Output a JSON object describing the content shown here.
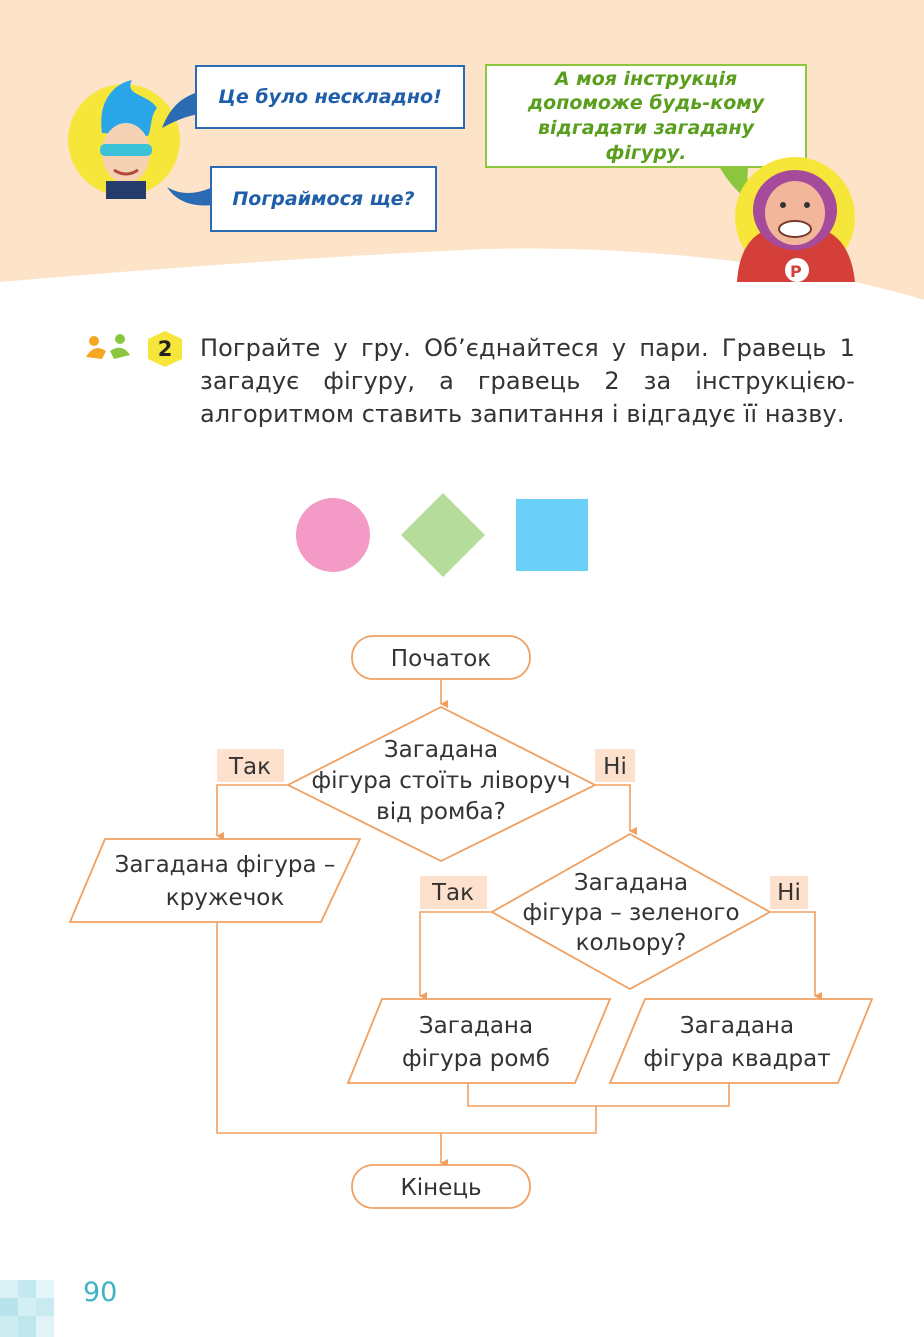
{
  "bubbles": {
    "robot_bubble_1": "Це було нескладно!",
    "robot_bubble_2": "Пограймося ще?",
    "character_bubble": "А моя інструкція допоможе будь-кому відгадати загадану фігуру."
  },
  "task": {
    "number": "2",
    "text": "Пограйте у гру. Об’єднайтеся у пари. Гравець 1 загадує фігуру, а гравець 2 за інструкцією-алгоритмом ставить запитання і відгадує її назву."
  },
  "shapes": {
    "circle_color": "#f39ac7",
    "rhombus_color": "#b5dc9a",
    "square_color": "#6ad0f7"
  },
  "flowchart": {
    "start": "Початок",
    "decision1": [
      "Загадана",
      "фігура стоїть ліворуч",
      "від ромба?"
    ],
    "decision1_yes": "Так",
    "decision1_no": "Ні",
    "output_circle": [
      "Загадана фігура –",
      "кружечок"
    ],
    "decision2": [
      "Загадана",
      "фігура – зеленого",
      "кольору?"
    ],
    "decision2_yes": "Так",
    "decision2_no": "Ні",
    "output_rhombus": [
      "Загадана",
      "фігура ромб"
    ],
    "output_square": [
      "Загадана",
      "фігура квадрат"
    ],
    "end": "Кінець",
    "line_color": "#f0a060",
    "label_bg": "#fde1cc"
  },
  "page_number": "90",
  "colors": {
    "header_band": "#fde4c8",
    "robot_circle": "#f7e63a",
    "character_circle": "#f7e63a"
  }
}
